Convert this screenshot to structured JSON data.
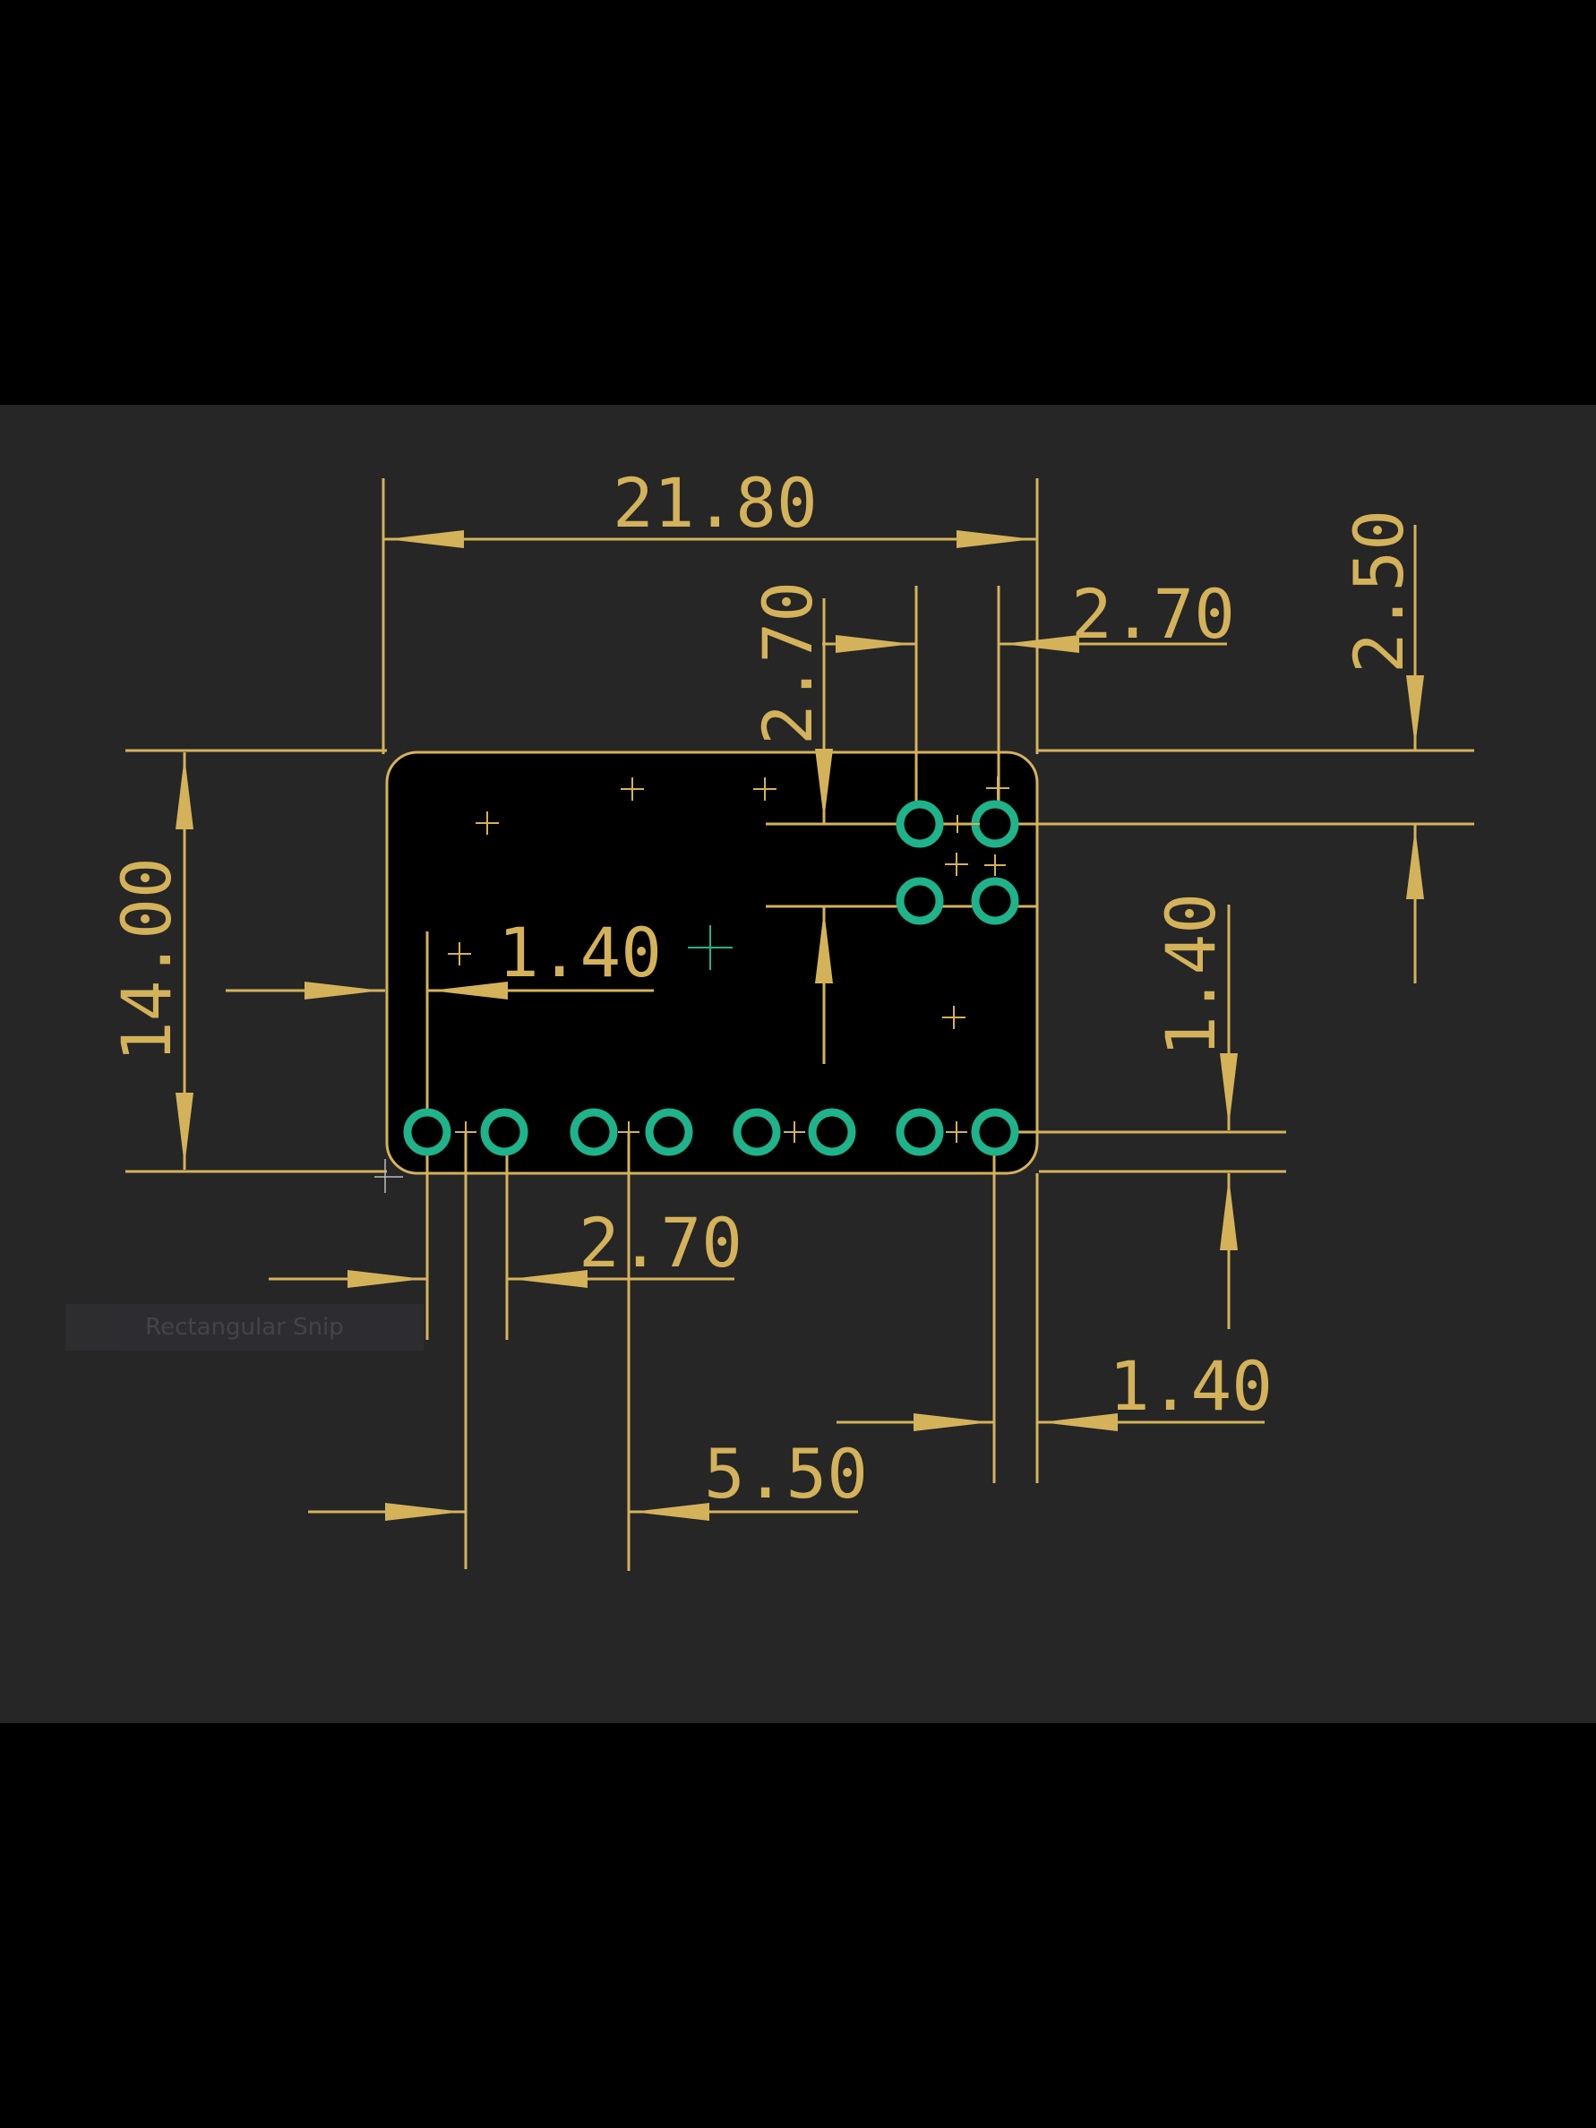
{
  "colors": {
    "background": "#262626",
    "frame": "#000000",
    "dimension": "#d4b25a",
    "pad": "#1eb38a",
    "board": "#000000"
  },
  "dimensions": {
    "width_total": "21.80",
    "top_right_gap": "2.70",
    "pin_pitch_vertical": "2.70",
    "top_offset": "2.50",
    "height_total": "14.00",
    "left_offset": "1.40",
    "right_offset": "1.40",
    "bottom_pitch": "2.70",
    "bottom_right_offset": "1.40",
    "group_spacing": "5.50"
  },
  "tooltip": {
    "label": "Rectangular Snip"
  },
  "icons": {
    "cursor": "crosshair-cursor-icon",
    "pad": "plated-through-hole-pad-icon",
    "origin": "origin-cross-icon"
  }
}
